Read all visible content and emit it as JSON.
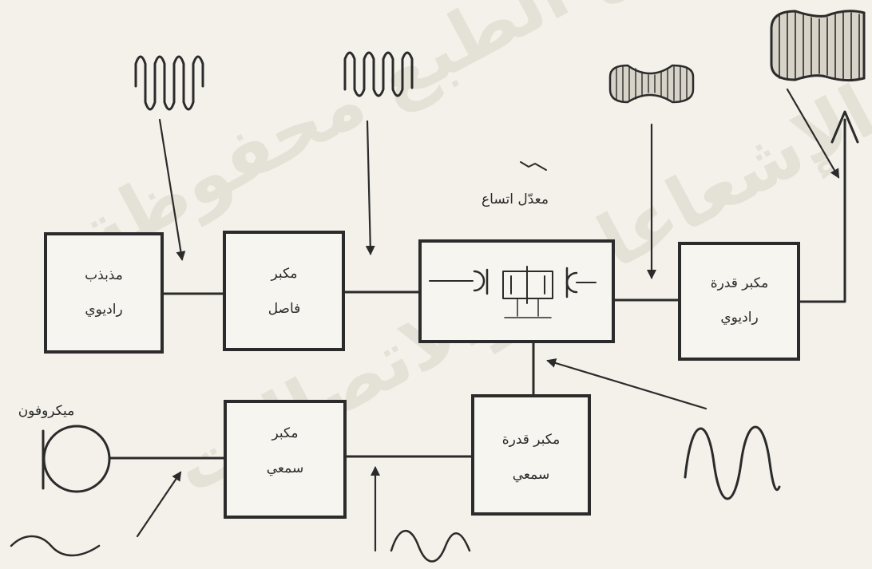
{
  "blocks": {
    "oscillator": {
      "line1": "مذبذب",
      "line2": "راديوي"
    },
    "buffer_amp": {
      "line1": "مكبر",
      "line2": "فاصل"
    },
    "modulator": {
      "title": "معدّل اتساع"
    },
    "rf_power_amp": {
      "line1": "مكبر قدرة",
      "line2": "راديوي"
    },
    "audio_amp": {
      "line1": "مكبر",
      "line2": "سمعي"
    },
    "audio_power_amp": {
      "line1": "مكبر قدرة",
      "line2": "سمعي"
    },
    "microphone": {
      "label": "ميكروفون"
    }
  },
  "watermark": {
    "line1": "حقوق الطبع محفوظة",
    "line2": "دائرة الإشعاعات والاتصالات"
  },
  "colors": {
    "ink": "#2b2b2b",
    "paper": "#f3f1ea",
    "watermark": "#d9d4c7"
  },
  "icons": [
    "antenna-icon",
    "microphone-icon",
    "transistor-circuit-icon"
  ]
}
